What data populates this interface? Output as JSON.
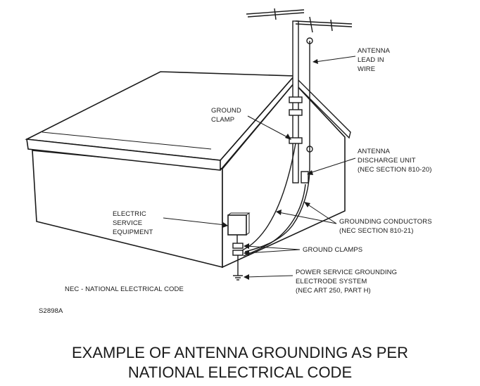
{
  "labels": {
    "antenna_lead_in_wire": [
      "ANTENNA",
      "LEAD IN",
      "WIRE"
    ],
    "ground_clamp": [
      "GROUND",
      "CLAMP"
    ],
    "antenna_discharge_unit": [
      "ANTENNA",
      "DISCHARGE UNIT",
      "(NEC SECTION 810-20)"
    ],
    "electric_service_equipment": [
      "ELECTRIC",
      "SERVICE",
      "EQUIPMENT"
    ],
    "grounding_conductors": [
      "GROUNDING CONDUCTORS",
      "(NEC SECTION 810-21)"
    ],
    "ground_clamps": "GROUND CLAMPS",
    "power_service_grounding": [
      "POWER SERVICE GROUNDING",
      "ELECTRODE SYSTEM",
      "(NEC ART 250, PART H)"
    ],
    "nec_note": "NEC - NATIONAL ELECTRICAL CODE",
    "figure_code": "S2898A"
  },
  "caption": {
    "line1": "EXAMPLE OF ANTENNA GROUNDING AS PER",
    "line2": "NATIONAL ELECTRICAL CODE"
  }
}
